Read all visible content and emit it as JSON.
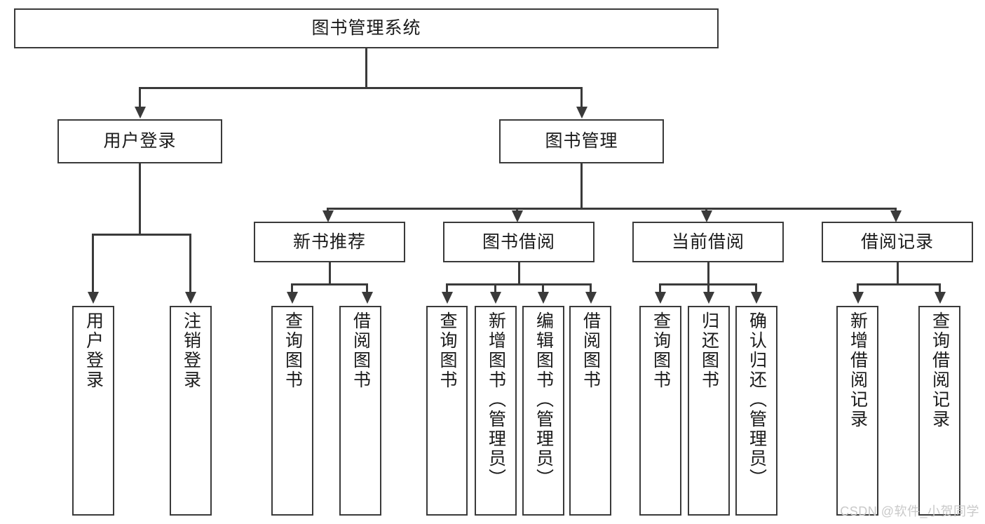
{
  "diagram": {
    "title": "图书管理系统",
    "root": {
      "label": "图书管理系统"
    },
    "level2": [
      {
        "label": "用户登录"
      },
      {
        "label": "图书管理"
      }
    ],
    "level3": [
      {
        "label": "新书推荐"
      },
      {
        "label": "图书借阅"
      },
      {
        "label": "当前借阅"
      },
      {
        "label": "借阅记录"
      }
    ],
    "leaves": {
      "user_login": [
        {
          "label": "用户登录"
        },
        {
          "label": "注销登录"
        }
      ],
      "new_book_recommend": [
        {
          "label": "查询图书"
        },
        {
          "label": "借阅图书"
        }
      ],
      "book_borrow": [
        {
          "label": "查询图书"
        },
        {
          "label": "新增图书（管理员）"
        },
        {
          "label": "编辑图书（管理员）"
        },
        {
          "label": "借阅图书"
        }
      ],
      "current_borrow": [
        {
          "label": "查询图书"
        },
        {
          "label": "归还图书"
        },
        {
          "label": "确认归还（管理员）"
        }
      ],
      "borrow_record": [
        {
          "label": "新增借阅记录"
        },
        {
          "label": "查询借阅记录"
        }
      ]
    }
  },
  "watermark": {
    "text": "CSDN @软件_小贺同学"
  },
  "colors": {
    "stroke": "#3a3a3a",
    "background": "#ffffff",
    "text": "#1a1a1a",
    "watermark": "#c9c9c9"
  }
}
